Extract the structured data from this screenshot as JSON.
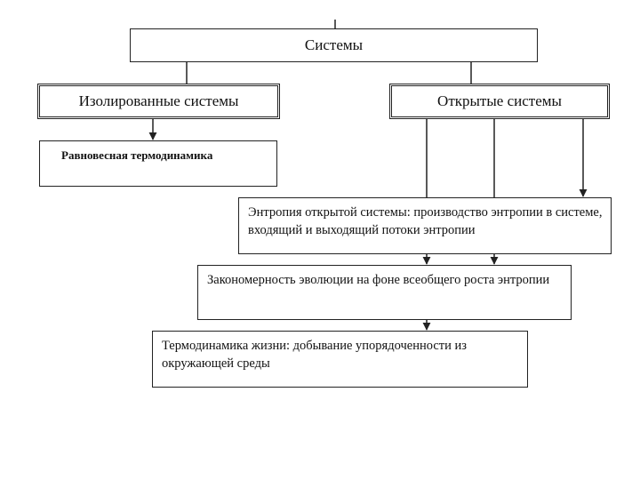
{
  "nodes": {
    "systems": "Системы",
    "isolated": "Изолированные системы",
    "open": "Открытые системы",
    "equilibrium_thermo": "Равновесная термодинамика",
    "entropy": "Энтропия открытой системы: производство энтропии в системе, входящий и выходящий потоки энтропии",
    "evolution": "Закономерность эволюции на фоне всеобщего роста энтропии",
    "life_thermo": "Термодинамика жизни: добывание упорядоченности из окружающей среды"
  },
  "colors": {
    "line": "#222222",
    "background": "#ffffff"
  }
}
